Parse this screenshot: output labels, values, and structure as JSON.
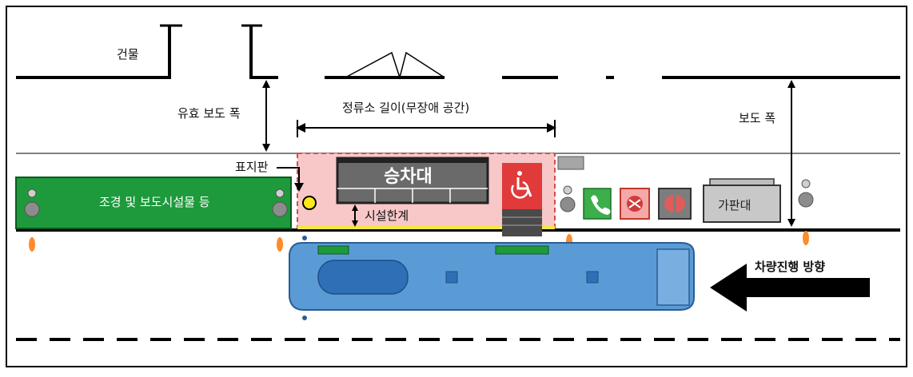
{
  "labels": {
    "building": "건물",
    "effective_sidewalk_width": "유효 보도 폭",
    "stop_length": "정류소 길이(무장애 공간)",
    "sidewalk_width": "보도 폭",
    "signpost": "표지판",
    "boarding_area": "승차대",
    "facility_limit": "시설한계",
    "landscape_facilities": "조경 및 보도시설물 등",
    "signboard": "가판대",
    "traffic_direction": "차량진행 방향"
  },
  "colors": {
    "frame": "#000000",
    "landscape_green": "#1e9a3c",
    "stop_zone_pink": "#f8c8c8",
    "stop_zone_border": "#d94b4b",
    "boarding_dark": "#555555",
    "accessible_red": "#e03a3a",
    "bus_blue": "#5b9bd5",
    "bus_window": "#2f6fb5",
    "signpost_yellow": "#ffe81a",
    "curb_yellow": "#f5e642",
    "bollard_gray": "#8c8c8c",
    "bollard_flame": "#ff8a2a",
    "phone_green": "#3cae4a"
  },
  "icons": {
    "wheelchair": "wheelchair-icon",
    "phone": "phone-icon",
    "mailbox": "mailbox-icon",
    "trash": "trash-icon",
    "bollard": "bollard-icon",
    "arrow": "left-arrow-icon"
  }
}
